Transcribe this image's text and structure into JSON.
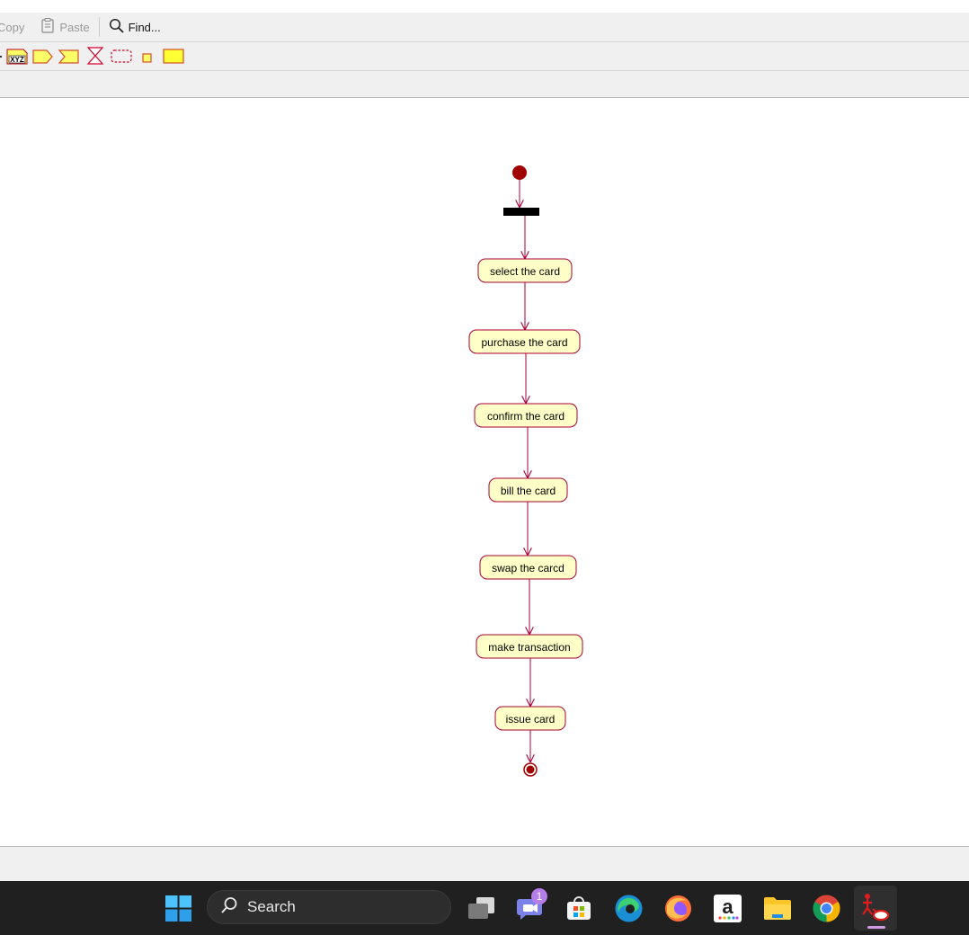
{
  "toolbar": {
    "copy_label": "Copy",
    "paste_label": "Paste",
    "find_label": "Find...",
    "shape_palette": [
      {
        "icon": "note-xyz-icon",
        "label": "XYZ"
      },
      {
        "icon": "send-signal-icon"
      },
      {
        "icon": "accept-signal-icon"
      },
      {
        "icon": "time-event-icon"
      },
      {
        "icon": "partition-dashed-icon"
      },
      {
        "icon": "small-node-icon"
      },
      {
        "icon": "large-rectangle-icon"
      }
    ]
  },
  "diagram": {
    "activities": [
      {
        "label": "select the card"
      },
      {
        "label": "purchase the card"
      },
      {
        "label": "confirm the card"
      },
      {
        "label": "bill the card"
      },
      {
        "label": "swap the carcd"
      },
      {
        "label": "make transaction"
      },
      {
        "label": "issue card"
      }
    ],
    "colors": {
      "node_fill": "#ffffc8",
      "node_border": "#a80036",
      "initial_node": "#a00000",
      "fork_bar": "#000000"
    }
  },
  "taskbar": {
    "search_label": "Search",
    "chat_badge": "1",
    "apps": [
      "start-icon",
      "task-view-icon",
      "teams-chat-icon",
      "microsoft-store-icon",
      "edge-icon",
      "firefox-icon",
      "amazon-icon",
      "file-explorer-icon",
      "chrome-icon",
      "starUML-app-icon"
    ]
  }
}
